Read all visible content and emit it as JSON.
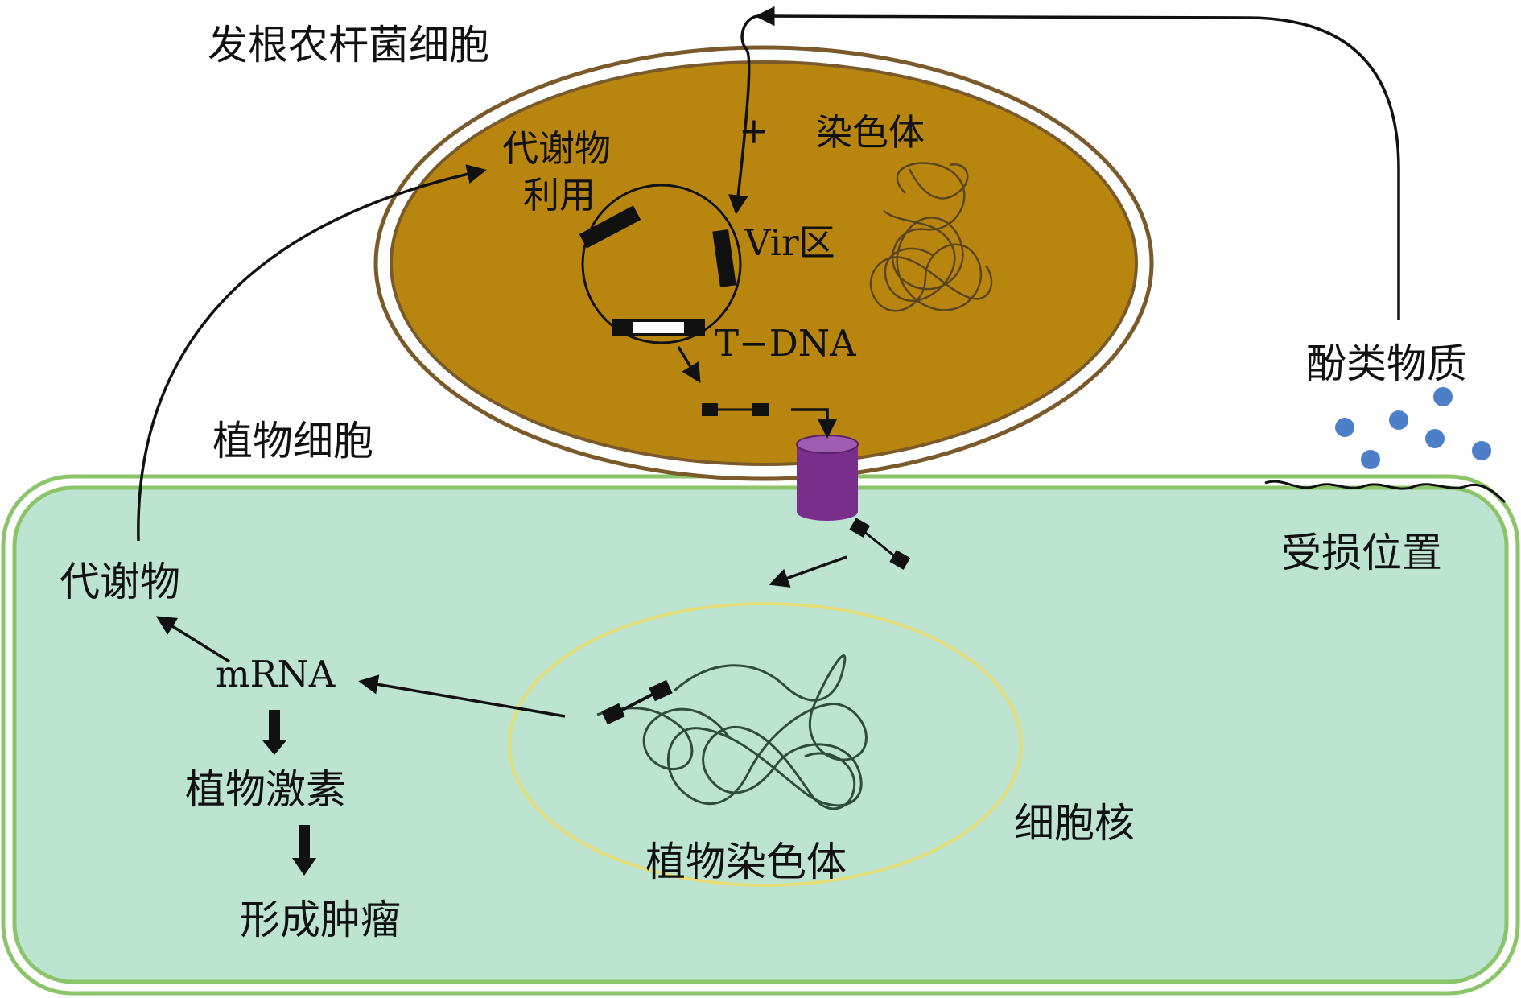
{
  "labels": {
    "bacterium_cell": "发根农杆菌细胞",
    "metabolite_use_line1": "代谢物",
    "metabolite_use_line2": "利用",
    "plus_sign": "+",
    "bacterial_chromosome": "染色体",
    "vir_region": "Vir区",
    "t_dna": "T−DNA",
    "phenolics": "酚类物质",
    "plant_cell": "植物细胞",
    "wound_site": "受损位置",
    "metabolite": "代谢物",
    "mrna": "mRNA",
    "plant_hormone": "植物激素",
    "tumor_formation": "形成肿瘤",
    "nucleus": "细胞核",
    "plant_chromosome": "植物染色体"
  },
  "colors": {
    "bacterium_fill": "#B8860E",
    "bacterium_outline": "#7A5A2A",
    "plant_cell_fill": "#BDE3D1",
    "plant_cell_outline": "#8CC46A",
    "nucleus_outline": "#E3DD7A",
    "channel_fill": "#7A2E8C",
    "phenolic_dots": "#4D7FC9",
    "line": "#111111",
    "chromosome_line": "#2E4D3A"
  }
}
